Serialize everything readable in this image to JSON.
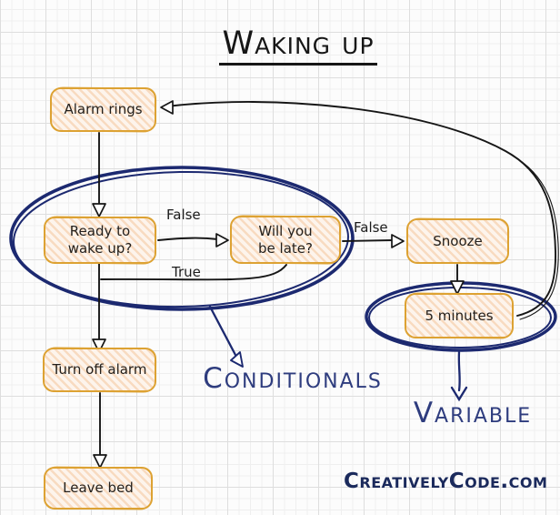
{
  "title": "Waking up",
  "nodes": {
    "alarm": {
      "label": "Alarm rings"
    },
    "ready": {
      "label": "Ready to wake up?"
    },
    "late": {
      "label": "Will you be late?"
    },
    "snooze": {
      "label": "Snooze"
    },
    "five": {
      "label": "5 minutes"
    },
    "turnoff": {
      "label": "Turn off alarm"
    },
    "leave": {
      "label": "Leave bed"
    }
  },
  "edge_labels": {
    "ready_to_late": "False",
    "late_to_snooze": "False",
    "late_true": "True"
  },
  "annotations": {
    "conditionals": "Conditionals",
    "variable": "Variable"
  },
  "watermark": "CreativelyCode.com",
  "colors": {
    "box_border": "#dda233",
    "box_fill": "#fdf4ec",
    "ink_black": "#161616",
    "ink_navy": "#1c2970",
    "annotation_navy": "#2e3c7e"
  }
}
